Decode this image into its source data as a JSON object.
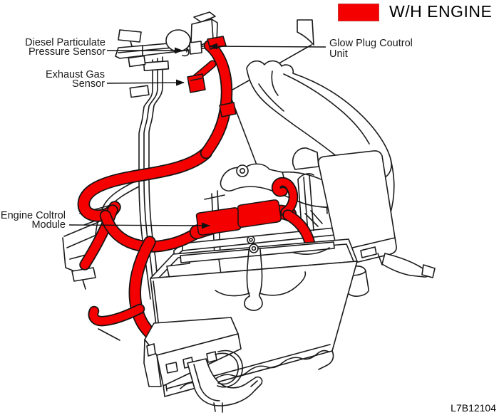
{
  "legend": {
    "label": "W/H ENGINE",
    "swatch_color": "#f40000"
  },
  "part_number": "L7B12104",
  "callouts": [
    {
      "id": "diesel-particulate-pressure-sensor",
      "lines": [
        "Diesel Particulate",
        "Pressure Sensor"
      ]
    },
    {
      "id": "exhaust-gas-sensor",
      "lines": [
        "Exhaust Gas",
        "Sensor"
      ]
    },
    {
      "id": "glow-plug-control-unit",
      "lines": [
        "Glow Plug Coutrol",
        "Unit"
      ]
    },
    {
      "id": "engine-control-module",
      "lines": [
        "Engine Coltrol",
        "Module"
      ]
    }
  ],
  "colors": {
    "harness": "#f40000",
    "line": "#1a1a1a",
    "background": "#ffffff"
  }
}
